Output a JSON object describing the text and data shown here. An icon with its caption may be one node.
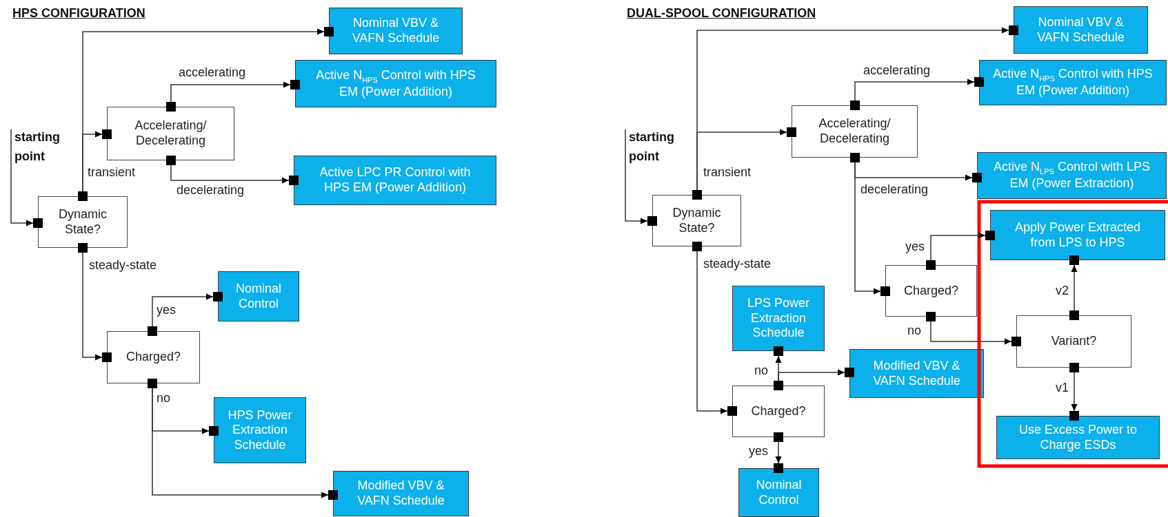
{
  "diagram": {
    "nodes": [
      {
        "text": [
          "starting point"
        ]
      },
      {
        "text": [
          "Nominal VBV & VAFN Schedule"
        ]
      },
      {
        "text": [
          "Active N$_{HPS}$ Control with HPS EM (Power Addition)"
        ]
      },
      {
        "text": [
          "Accelerating/ Decelerating"
        ]
      },
      {
        "text": [
          "Active LPC PR Control with HPS EM (Power Addition)"
        ]
      },
      {
        "text": [
          "Dynamic State?"
        ]
      },
      {
        "text": [
          "Nominal Control"
        ]
      },
      {
        "text": [
          "Charged?"
        ]
      },
      {
        "text": [
          "HPS Power Extraction Schedule"
        ]
      },
      {
        "text": [
          "Modified VBV & VAFN Schedule"
        ]
      },
      {
        "text": [
          "starting point"
        ]
      },
      {
        "text": [
          "Nominal VBV & VAFN Schedule"
        ]
      },
      {
        "text": [
          "Active N$_{HPS}$ Control with HPS EM (Power Addition)"
        ]
      },
      {
        "text": [
          "Accelerating/ Decelerating"
        ]
      },
      {
        "text": [
          "Active N$_{LPS}$ Control with LPS EM (Power Extraction)"
        ]
      },
      {
        "text": [
          "Dynamic State?"
        ]
      },
      {
        "text": [
          "Apply Power Extracted from LPS to HPS"
        ]
      },
      {
        "text": [
          "Charged?"
        ]
      },
      {
        "text": [
          "LPS Power Extraction Schedule"
        ]
      },
      {
        "text": [
          "Variant?"
        ]
      },
      {
        "text": [
          "Modified VBV & VAFN Schedule"
        ]
      },
      {
        "text": [
          "Charged?"
        ]
      },
      {
        "text": [
          "Use Excess Power to Charge ESDs"
        ]
      },
      {
        "text": [
          "Nominal Control"
        ]
      }
    ],
    "edges": [
      {
        "from": 0,
        "to": 5,
        "arrow": "to"
      },
      {
        "from": 5,
        "to": 1,
        "arrow": "to",
        "label": "transient"
      },
      {
        "from": 5,
        "to": 3,
        "arrow": "to"
      },
      {
        "from": 3,
        "to": 2,
        "arrow": "to",
        "label": "accelerating"
      },
      {
        "from": 3,
        "to": 4,
        "arrow": "to",
        "label": "decelerating"
      },
      {
        "from": 5,
        "to": 7,
        "arrow": "to",
        "label": "steady-state"
      },
      {
        "from": 7,
        "to": 6,
        "arrow": "to",
        "label": "yes"
      },
      {
        "from": 7,
        "to": 8,
        "arrow": "to",
        "label": "no"
      },
      {
        "from": 7,
        "to": 9,
        "arrow": "to"
      },
      {
        "from": 10,
        "to": 15,
        "arrow": "to"
      },
      {
        "from": 15,
        "to": 11,
        "arrow": "to",
        "label": "transient"
      },
      {
        "from": 15,
        "to": 13,
        "arrow": "to"
      },
      {
        "from": 13,
        "to": 12,
        "arrow": "to",
        "label": "accelerating"
      },
      {
        "from": 13,
        "to": 14,
        "arrow": "to",
        "label": "decelerating"
      },
      {
        "from": 13,
        "to": 17,
        "arrow": "to"
      },
      {
        "from": 17,
        "to": 16,
        "arrow": "to",
        "label": "yes"
      },
      {
        "from": 17,
        "to": 19,
        "arrow": "to",
        "label": "no"
      },
      {
        "from": 19,
        "to": 16,
        "arrow": "to",
        "label": "v2"
      },
      {
        "from": 19,
        "to": 22,
        "arrow": "to",
        "label": "v1"
      },
      {
        "from": 15,
        "to": 21,
        "arrow": "to",
        "label": "steady-state"
      },
      {
        "from": 21,
        "to": 18,
        "arrow": "to",
        "label": "no"
      },
      {
        "from": 21,
        "to": 20,
        "arrow": "to"
      },
      {
        "from": 21,
        "to": 23,
        "arrow": "to",
        "label": "yes"
      }
    ],
    "labels": [
      "HPS CONFIGURATION",
      "DUAL-SPOOL CONFIGURATION"
    ]
  }
}
